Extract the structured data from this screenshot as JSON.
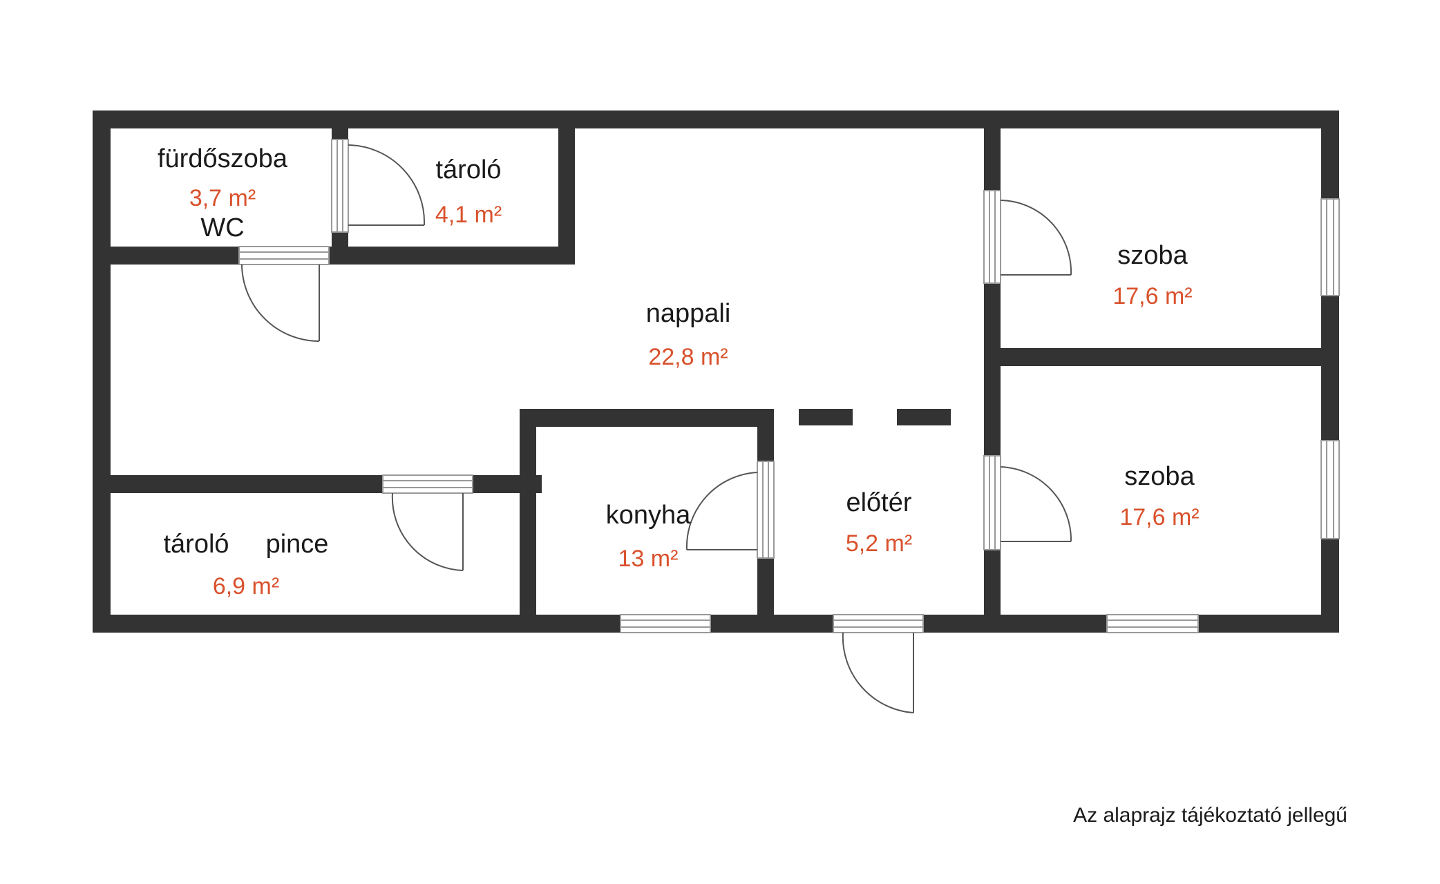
{
  "rooms": {
    "furdoszoba": {
      "name": "fürdőszoba",
      "area": "3,7 m²",
      "extra": "WC"
    },
    "tarolo_top": {
      "name": "tároló",
      "area": "4,1 m²"
    },
    "nappali": {
      "name": "nappali",
      "area": "22,8 m²"
    },
    "szoba_top": {
      "name": "szoba",
      "area": "17,6 m²"
    },
    "szoba_bottom": {
      "name": "szoba",
      "area": "17,6 m²"
    },
    "konyha": {
      "name": "konyha",
      "area": "13 m²"
    },
    "eloter": {
      "name": "előtér",
      "area": "5,2 m²"
    },
    "tarolo_pince": {
      "name_left": "tároló",
      "name_right": "pince",
      "area": "6,9 m²"
    }
  },
  "note": "Az alaprajz tájékoztató jellegű",
  "colors": {
    "wall": "#333333",
    "area_text": "#d9512c",
    "label_text": "#1a1a1a"
  }
}
